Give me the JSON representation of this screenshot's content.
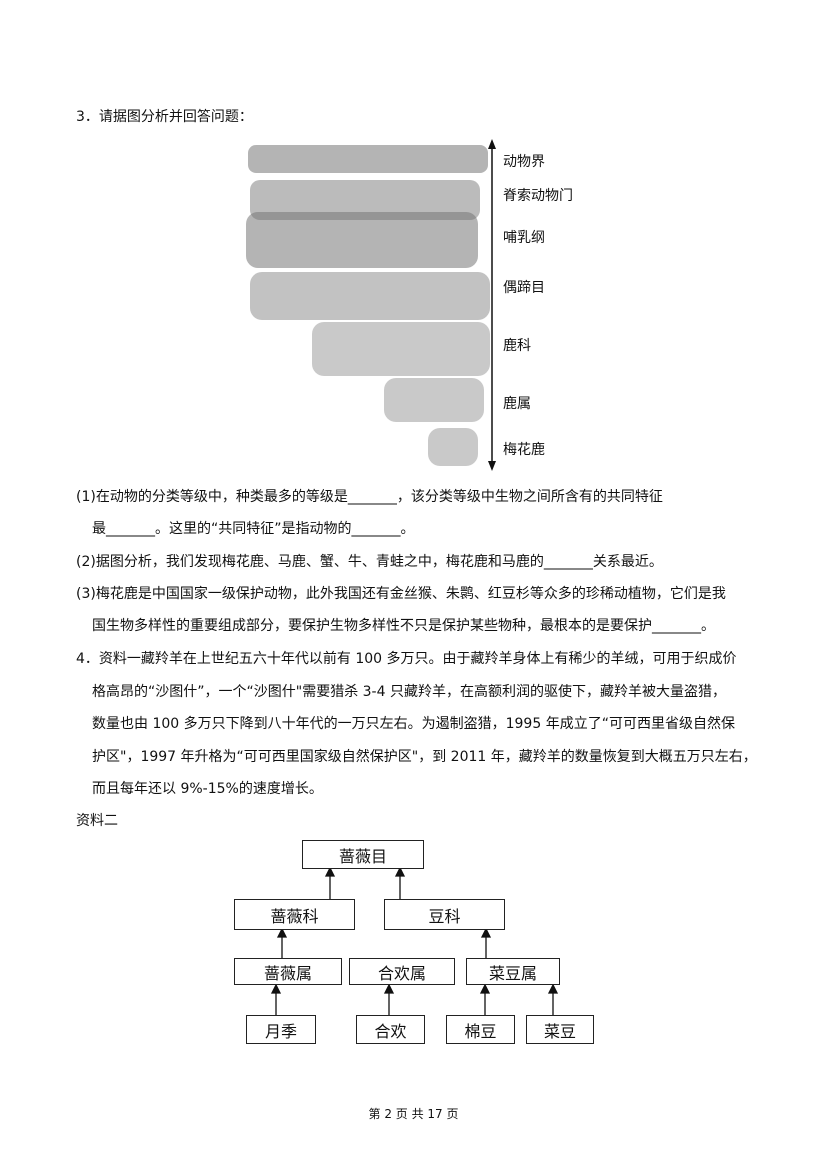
{
  "q3": {
    "title": "3．请据图分析并回答问题：",
    "levels": [
      "动物界",
      "脊索动物门",
      "哺乳纲",
      "偶蹄目",
      "鹿科",
      "鹿属",
      "梅花鹿"
    ],
    "lines": [
      "(1)在动物的分类等级中，种类最多的等级是_______，该分类等级中生物之间所含有的共同特征",
      "最_______。这里的“共同特征”是指动物的_______。",
      "(2)据图分析，我们发现梅花鹿、马鹿、蟹、牛、青蛙之中，梅花鹿和马鹿的_______关系最近。",
      "(3)梅花鹿是中国国家一级保护动物，此外我国还有金丝猴、朱鹮、红豆杉等众多的珍稀动植物，它们是我",
      "国生物多样性的重要组成部分，要保护生物多样性不只是保护某些物种，最根本的是要保护_______。"
    ]
  },
  "q4": {
    "lines": [
      "4．资料一藏羚羊在上世纪五六十年代以前有 100 多万只。由于藏羚羊身体上有稀少的羊绒，可用于织成价",
      "格高昂的“沙图什”，一个“沙图什\"需要猎杀 3-4 只藏羚羊，在高额利润的驱使下，藏羚羊被大量盗猎，",
      "数量也由 100 多万只下降到八十年代的一万只左右。为遏制盗猎，1995 年成立了“可可西里省级自然保",
      "护区\"，1997 年升格为“可可西里国家级自然保护区\"，到 2011 年，藏羚羊的数量恢复到大概五万只左右，",
      "而且每年还以 9%-15%的速度增长。"
    ],
    "material2": "资料二",
    "tree": {
      "order": "蔷薇目",
      "family1": "蔷薇科",
      "family2": "豆科",
      "genus1": "蔷薇属",
      "genus2": "合欢属",
      "genus3": "菜豆属",
      "sp1": "月季",
      "sp2": "合欢",
      "sp3": "棉豆",
      "sp4": "菜豆"
    }
  },
  "footer": "第 2 页 共 17 页"
}
